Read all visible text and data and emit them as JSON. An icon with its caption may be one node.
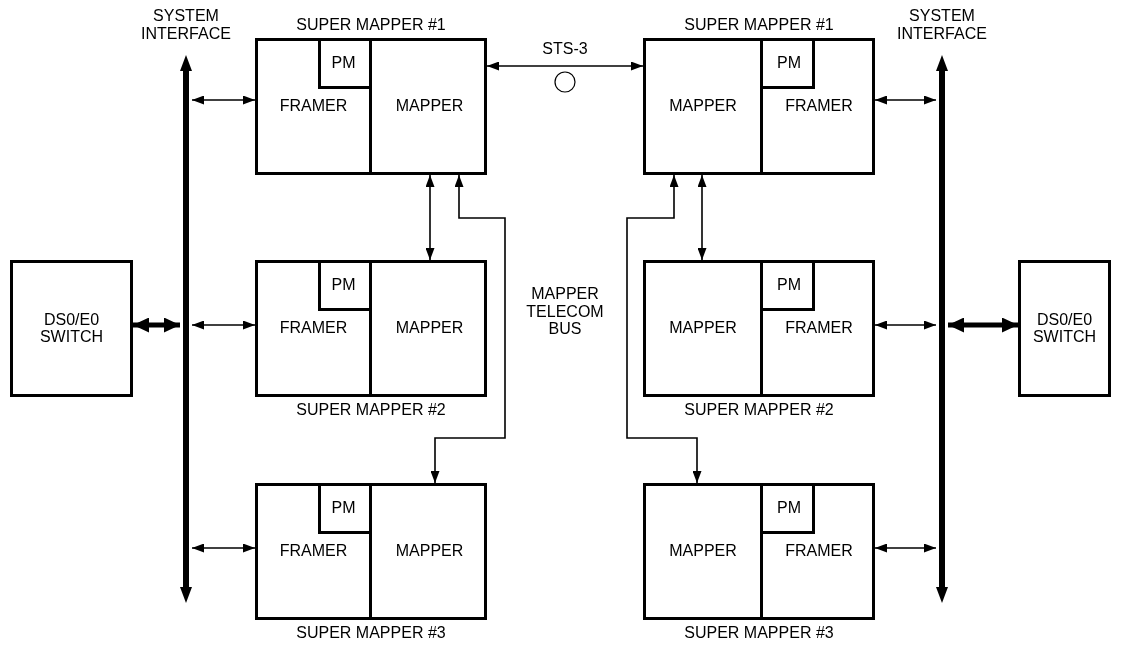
{
  "diagram": {
    "nodes": [
      {
        "text": [
          "SUPER MAPPER #1"
        ]
      },
      {
        "text": [
          "FRAMER"
        ],
        "in": 0
      },
      {
        "text": [
          "PM"
        ],
        "in": 1
      },
      {
        "text": [
          "MAPPER"
        ],
        "in": 0
      },
      {
        "text": [
          "SUPER MAPPER #2"
        ]
      },
      {
        "text": [
          "FRAMER"
        ],
        "in": 4
      },
      {
        "text": [
          "PM"
        ],
        "in": 5
      },
      {
        "text": [
          "MAPPER"
        ],
        "in": 4
      },
      {
        "text": [
          "SUPER MAPPER #3"
        ]
      },
      {
        "text": [
          "FRAMER"
        ],
        "in": 8
      },
      {
        "text": [
          "PM"
        ],
        "in": 9
      },
      {
        "text": [
          "MAPPER"
        ],
        "in": 8
      },
      {
        "text": [
          "SYSTEM INTERFACE"
        ]
      },
      {
        "text": [
          "DS0/E0 SWITCH"
        ]
      },
      {
        "text": [
          "SUPER MAPPER #1"
        ]
      },
      {
        "text": [
          "MAPPER"
        ],
        "in": 14
      },
      {
        "text": [
          "FRAMER"
        ],
        "in": 14
      },
      {
        "text": [
          "PM"
        ],
        "in": 16
      },
      {
        "text": [
          "SUPER MAPPER #2"
        ]
      },
      {
        "text": [
          "MAPPER"
        ],
        "in": 18
      },
      {
        "text": [
          "FRAMER"
        ],
        "in": 18
      },
      {
        "text": [
          "PM"
        ],
        "in": 20
      },
      {
        "text": [
          "SUPER MAPPER #3"
        ]
      },
      {
        "text": [
          "MAPPER"
        ],
        "in": 22
      },
      {
        "text": [
          "FRAMER"
        ],
        "in": 22
      },
      {
        "text": [
          "PM"
        ],
        "in": 24
      },
      {
        "text": [
          "SYSTEM INTERFACE"
        ]
      },
      {
        "text": [
          "DS0/E0 SWITCH"
        ]
      }
    ],
    "edges": [
      {
        "from": 13,
        "to": 12,
        "arrow": "both",
        "style": "thick"
      },
      {
        "from": 12,
        "to": 1,
        "arrow": "both"
      },
      {
        "from": 12,
        "to": 5,
        "arrow": "both"
      },
      {
        "from": 12,
        "to": 9,
        "arrow": "both"
      },
      {
        "from": 3,
        "to": 15,
        "arrow": "both",
        "label": "STS-3"
      },
      {
        "from": 3,
        "to": 7,
        "arrow": "both"
      },
      {
        "from": 3,
        "to": 11,
        "arrow": "both"
      },
      {
        "from": 15,
        "to": 19,
        "arrow": "both"
      },
      {
        "from": 15,
        "to": 23,
        "arrow": "both"
      },
      {
        "from": 26,
        "to": 16,
        "arrow": "both"
      },
      {
        "from": 26,
        "to": 20,
        "arrow": "both"
      },
      {
        "from": 26,
        "to": 24,
        "arrow": "both"
      },
      {
        "from": 27,
        "to": 26,
        "arrow": "both",
        "style": "thick"
      }
    ],
    "labels": [
      "MAPPER TELECOM BUS"
    ]
  }
}
